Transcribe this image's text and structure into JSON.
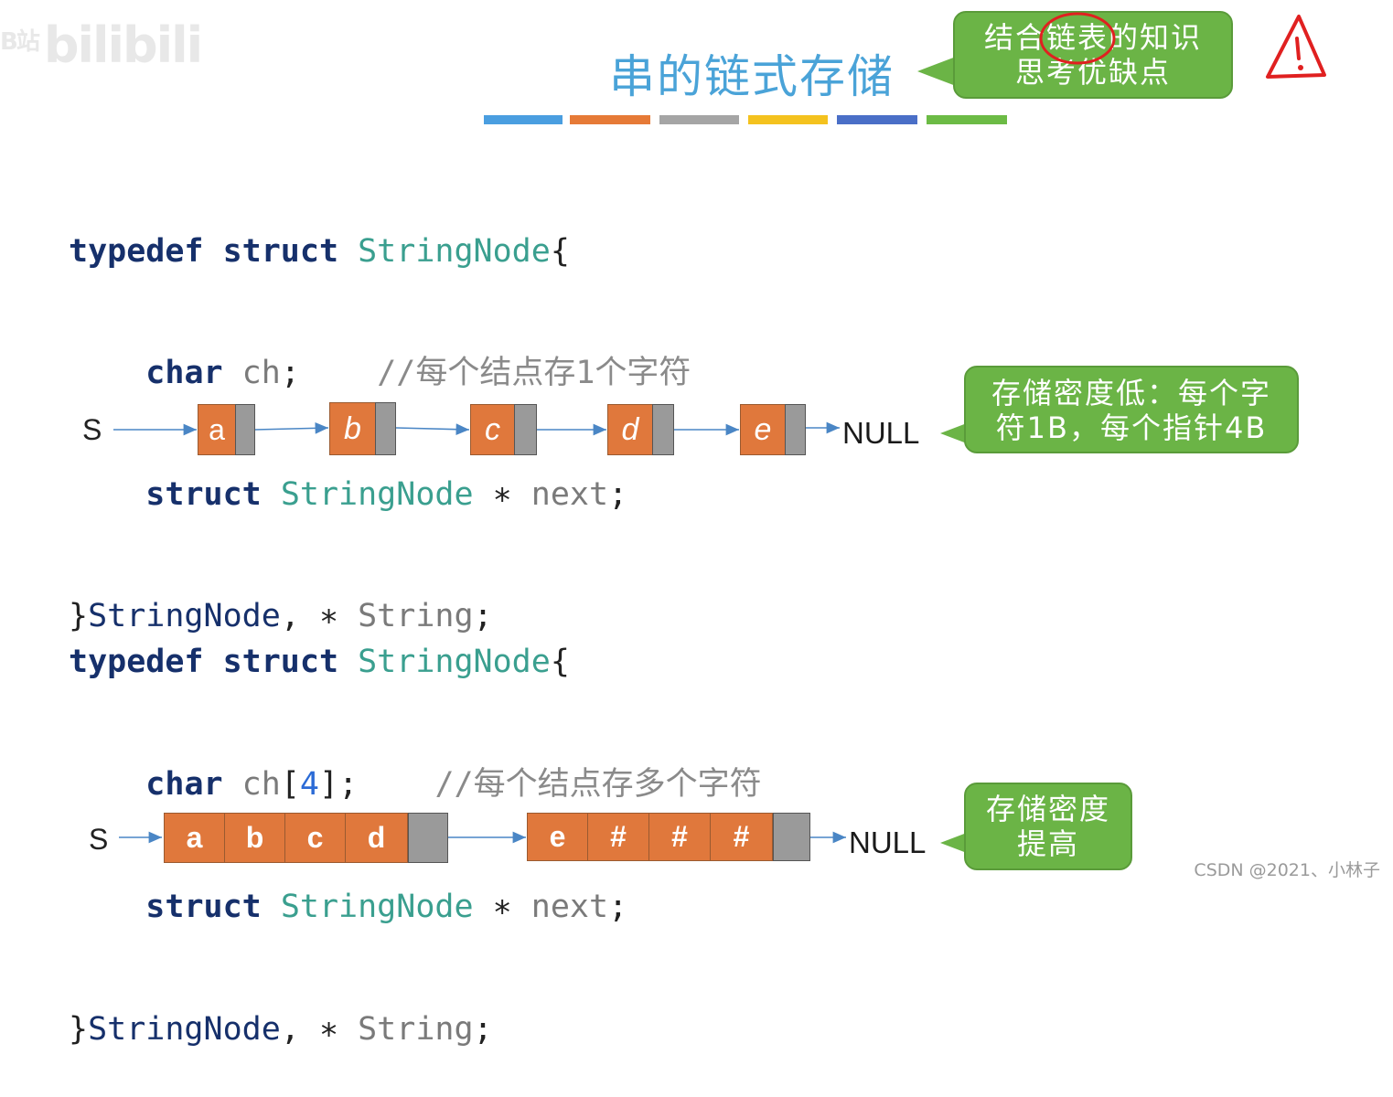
{
  "watermark": {
    "prefix": "B站",
    "text": "bilibili"
  },
  "title": "串的链式存储",
  "callouts": {
    "top": {
      "line1": "结合链表的知识",
      "line2": "思考优缺点"
    },
    "density_low": {
      "line1": "存储密度低：每个字",
      "line2": "符1B，每个指针4B"
    },
    "density_high": {
      "line1": "存储密度",
      "line2": "提高"
    }
  },
  "icons": {
    "warning": "warning-triangle-icon"
  },
  "colors": {
    "stripes": [
      "#4a9ee0",
      "#e67a37",
      "#a5a5a5",
      "#f4c21e",
      "#4a6fc7",
      "#6cbb45"
    ],
    "node_fill": "#e0783c",
    "pointer_fill": "#9a9a9a",
    "callout": "#6bb446",
    "title": "#4aa3d8"
  },
  "code1": {
    "line1": {
      "kw1": "typedef",
      "kw2": "struct",
      "type": "StringNode",
      "brace": "{"
    },
    "line2": {
      "kw": "char",
      "id": "ch",
      "semi": ";",
      "comment": "//每个结点存1个字符"
    },
    "line3": {
      "kw": "struct",
      "type": "StringNode",
      "star": "∗",
      "id": "next",
      "semi": ";"
    },
    "line4": {
      "brace": "}",
      "t1": "StringNode",
      "comma": ",",
      "star": "∗",
      "t2": "String",
      "semi": ";"
    }
  },
  "code2": {
    "line1": {
      "kw1": "typedef",
      "kw2": "struct",
      "type": "StringNode",
      "brace": "{"
    },
    "line2": {
      "kw": "char",
      "id": "ch",
      "lb": "[",
      "num": "4",
      "rb": "]",
      "semi": ";",
      "comment": "//每个结点存多个字符"
    },
    "line3": {
      "kw": "struct",
      "type": "StringNode",
      "star": "∗",
      "id": "next",
      "semi": ";"
    },
    "line4": {
      "brace": "}",
      "t1": "StringNode",
      "comma": ",",
      "star": "∗",
      "t2": "String",
      "semi": ";"
    }
  },
  "diagram1": {
    "head": "S",
    "nodes": [
      "a",
      "b",
      "c",
      "d",
      "e"
    ],
    "tail": "NULL"
  },
  "diagram2": {
    "head": "S",
    "node1": [
      "a",
      "b",
      "c",
      "d"
    ],
    "node2": [
      "e",
      "#",
      "#",
      "#"
    ],
    "tail": "NULL"
  },
  "footer": "CSDN @2021、小林子"
}
